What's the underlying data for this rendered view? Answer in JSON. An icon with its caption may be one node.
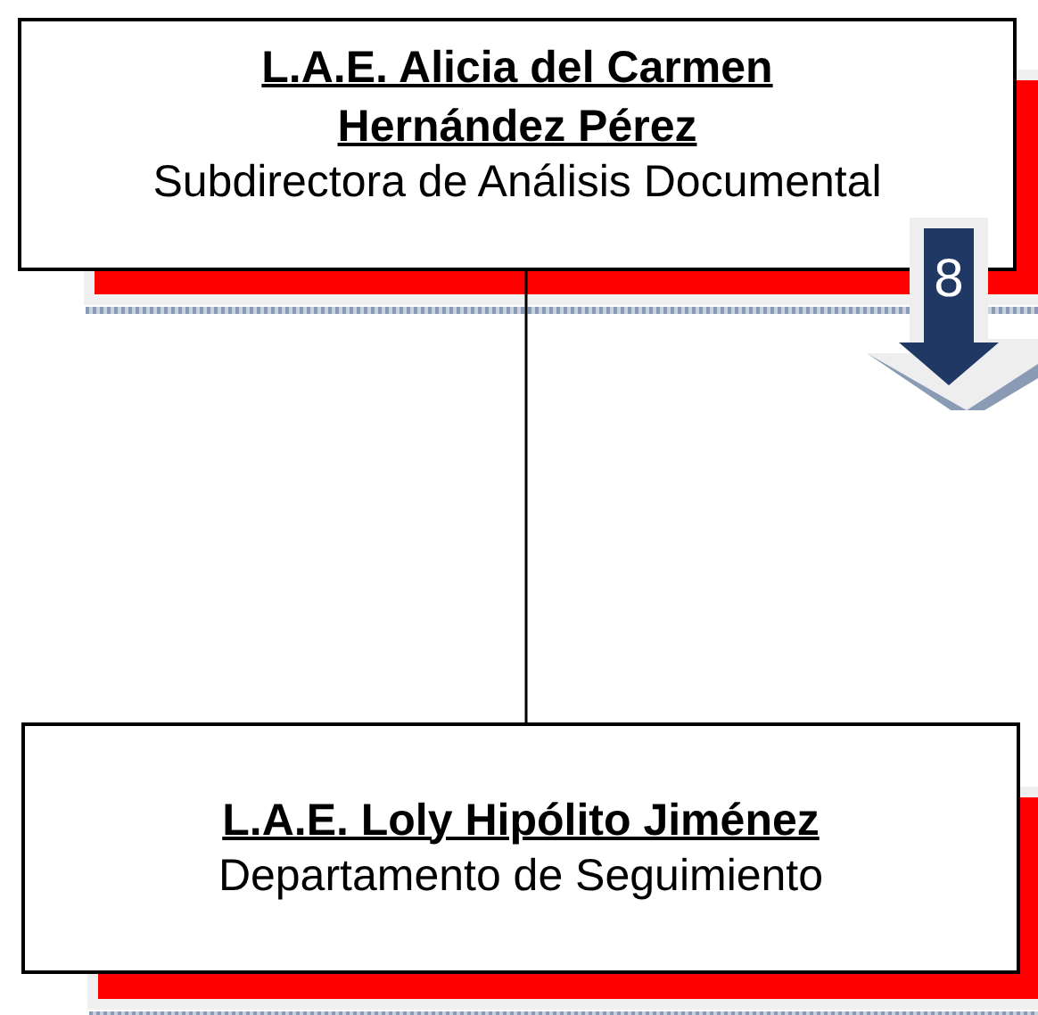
{
  "diagram": {
    "nodes": [
      {
        "text": [
          "L.A.E. Alicia del Carmen Hernández Pérez",
          "Subdirectora de Análisis Documental"
        ]
      },
      {
        "text": [
          "L.A.E. Loly Hipólito Jiménez",
          "Departamento de Seguimiento"
        ]
      },
      {
        "text": [
          "8"
        ]
      }
    ],
    "edges": [
      {
        "from": 0,
        "to": 1,
        "arrow": "none"
      }
    ]
  }
}
